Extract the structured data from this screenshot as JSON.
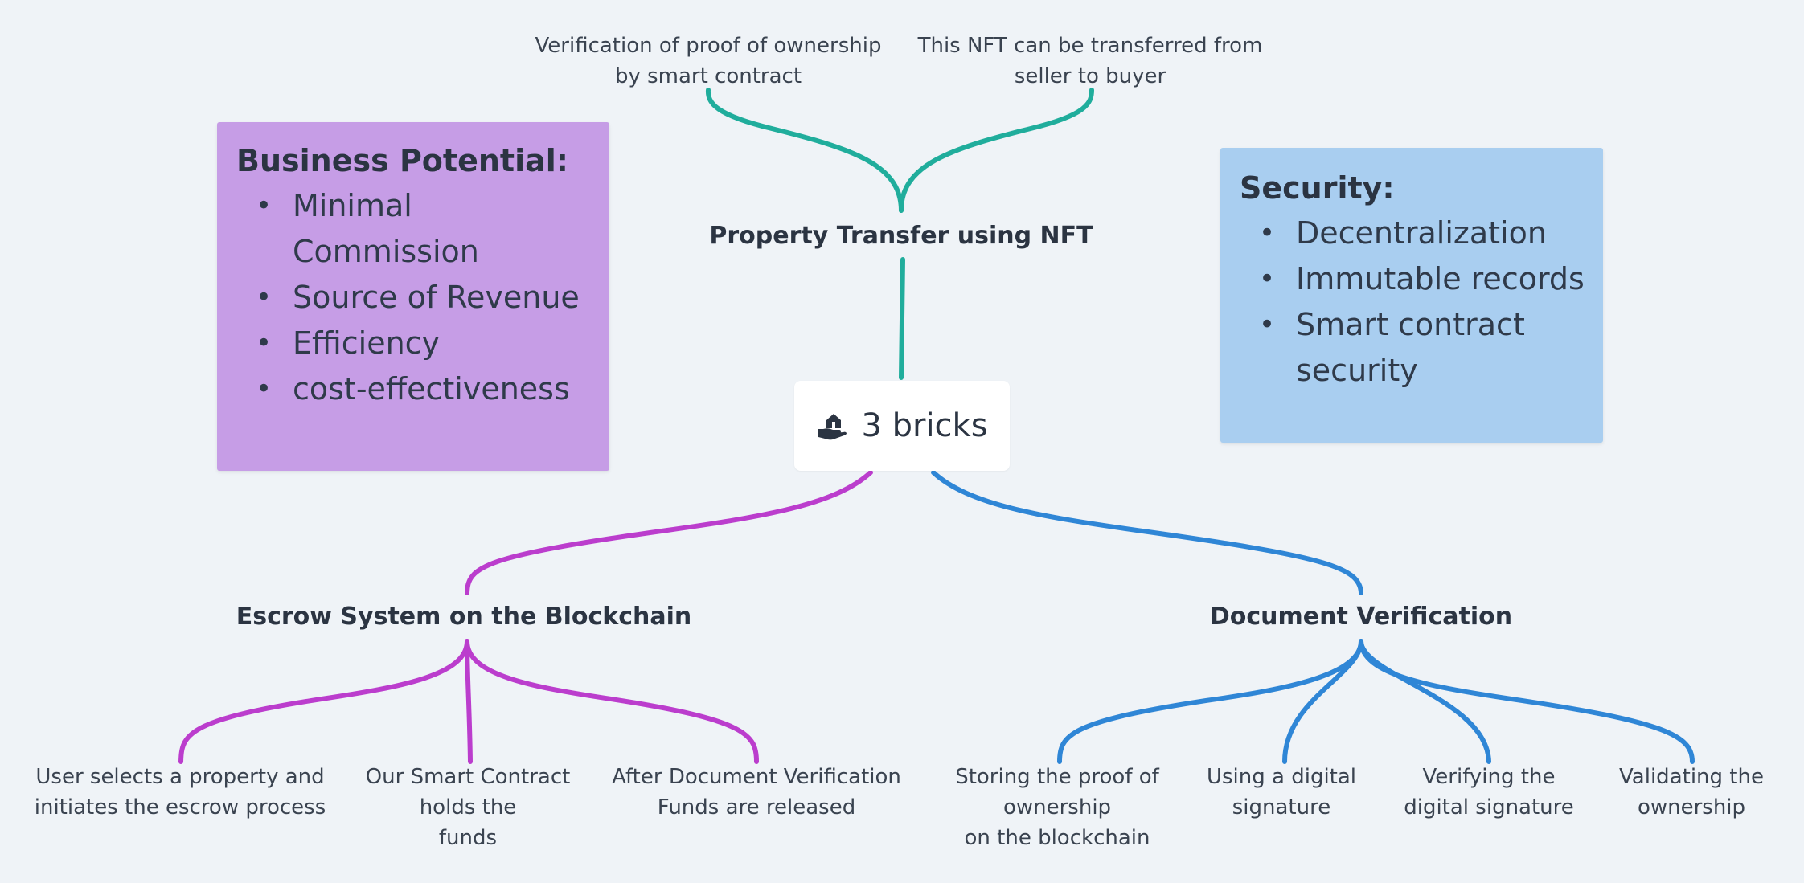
{
  "root": {
    "label": "3 bricks",
    "icon": "hand-house-icon"
  },
  "branches": {
    "property_transfer": {
      "title": "Property Transfer using NFT",
      "color": "#20ad9c",
      "children": [
        {
          "lines": [
            "Verification of proof of ownership",
            "by smart contract"
          ]
        },
        {
          "lines": [
            "This NFT can be transferred from",
            "seller to buyer"
          ]
        }
      ]
    },
    "escrow": {
      "title": "Escrow System on the Blockchain",
      "color": "#bb3dcd",
      "children": [
        {
          "lines": [
            "User selects a property and",
            "initiates the escrow process"
          ]
        },
        {
          "lines": [
            "Our Smart Contract",
            "holds the",
            "funds"
          ]
        },
        {
          "lines": [
            "After Document Verification",
            "Funds are released"
          ]
        }
      ]
    },
    "document": {
      "title": "Document Verification",
      "color": "#2f86d6",
      "children": [
        {
          "lines": [
            "Storing the proof of",
            "ownership",
            "on the blockchain"
          ]
        },
        {
          "lines": [
            "Using a digital",
            "signature"
          ]
        },
        {
          "lines": [
            "Verifying the",
            "digital signature"
          ]
        },
        {
          "lines": [
            "Validating the",
            "ownership"
          ]
        }
      ]
    }
  },
  "notes": {
    "business": {
      "title": "Business Potential:",
      "color": "#c69de6",
      "items": [
        "Minimal",
        "Commission",
        "Source of Revenue",
        "Efficiency",
        "cost-effectiveness"
      ]
    },
    "security": {
      "title": "Security:",
      "color": "#a9cef0",
      "items": [
        "Decentralization",
        "Immutable records",
        "Smart contract",
        "security"
      ]
    }
  }
}
